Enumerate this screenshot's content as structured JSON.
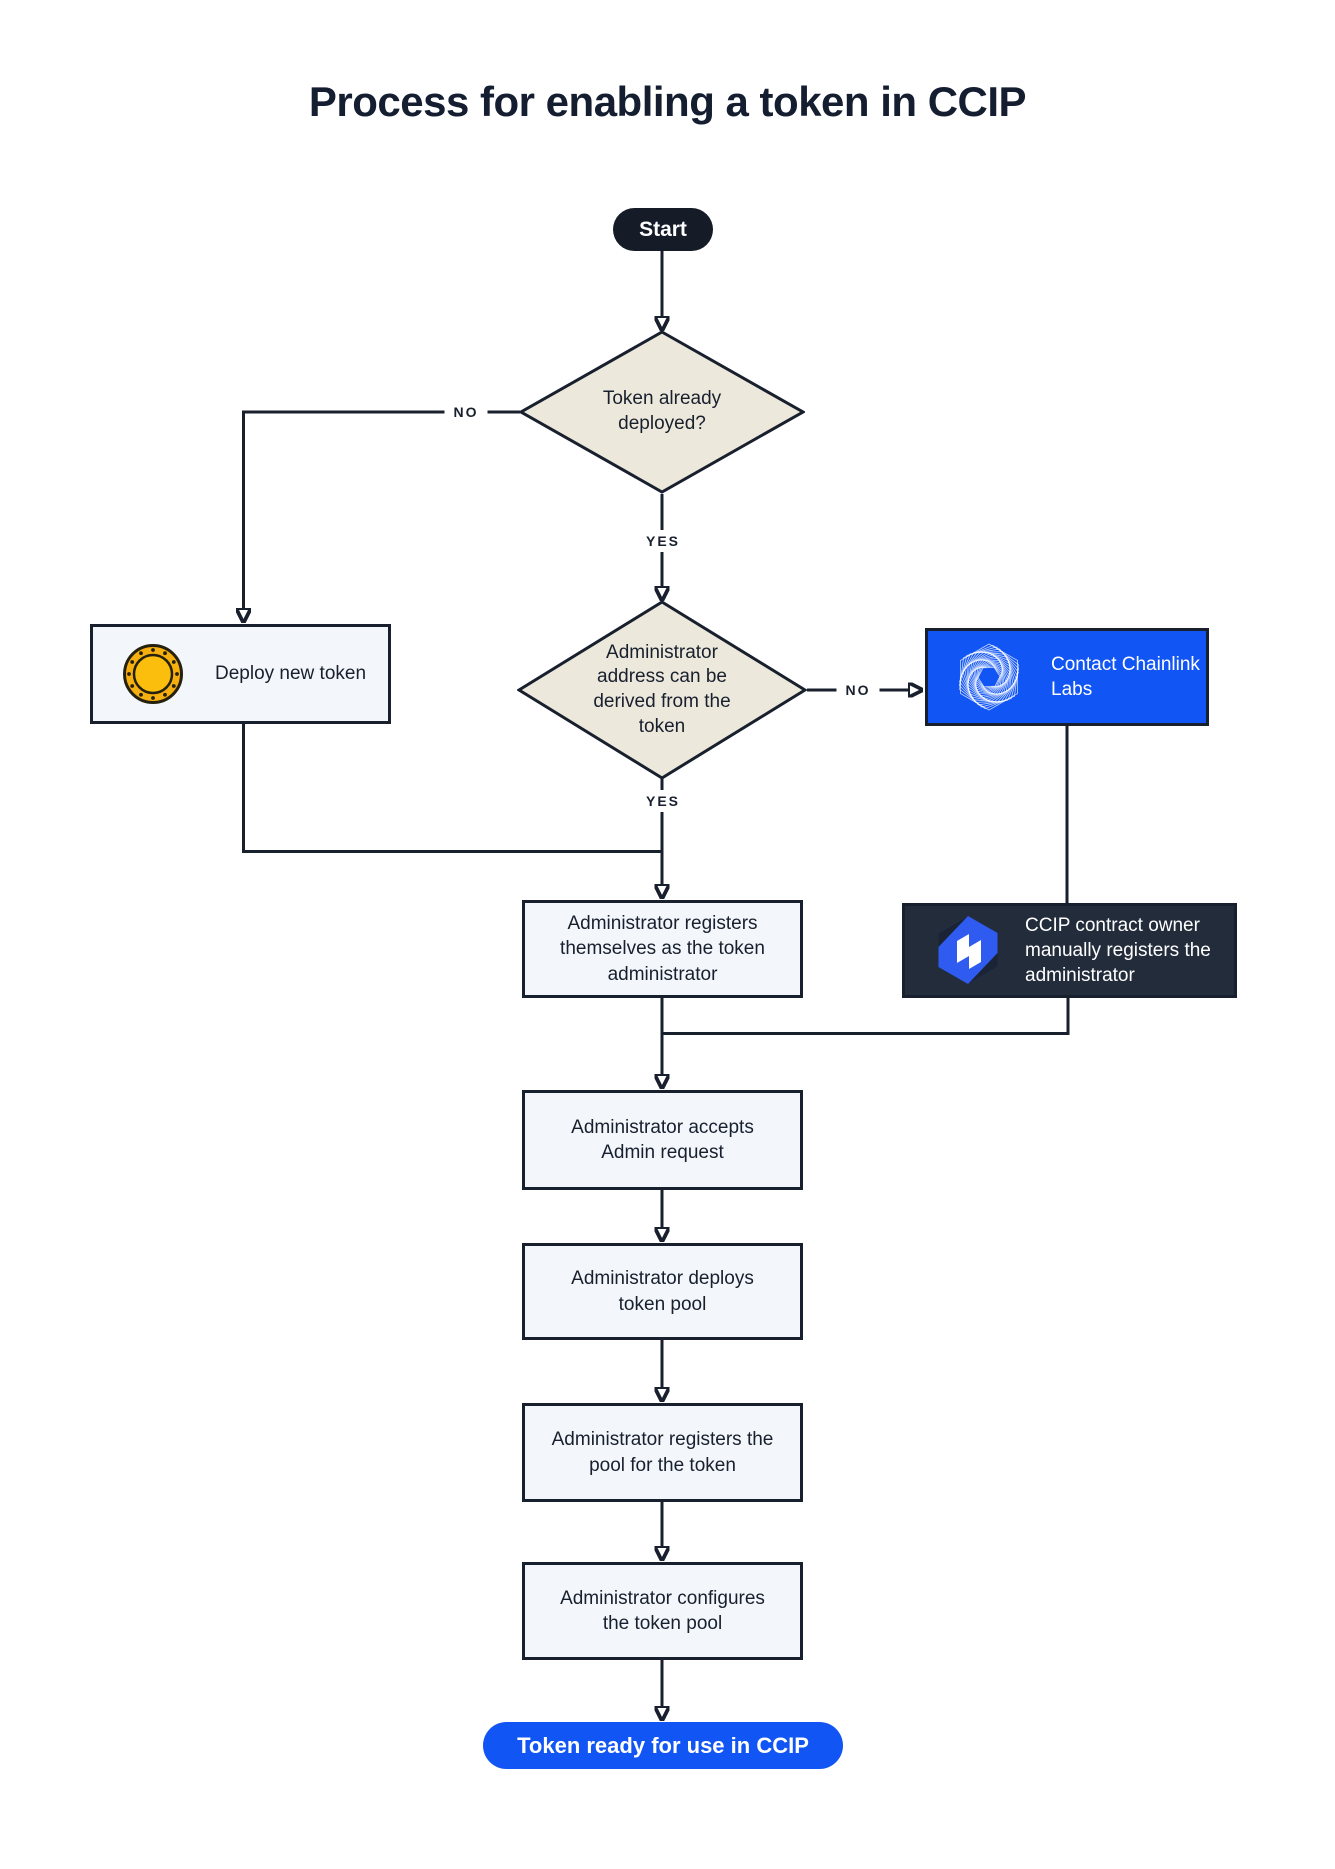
{
  "title": "Process for enabling a token in CCIP",
  "labels": {
    "yes": "YES",
    "no": "NO"
  },
  "nodes": {
    "start": {
      "label": "Start"
    },
    "token_deployed": {
      "label": "Token already deployed?"
    },
    "deploy_token": {
      "label": "Deploy new token",
      "icon": "coin-icon"
    },
    "admin_derivable": {
      "label": "Administrator address can be derived from the token"
    },
    "contact_chainlink": {
      "label": "Contact Chainlink Labs",
      "icon": "chainlink-icon"
    },
    "register_self": {
      "label": "Administrator registers themselves as the token administrator"
    },
    "manual_register": {
      "label": "CCIP contract owner manually registers the administrator",
      "icon": "ccip-icon"
    },
    "accept_request": {
      "label": "Administrator accepts Admin request"
    },
    "deploy_pool": {
      "label": "Administrator deploys token pool"
    },
    "register_pool": {
      "label": "Administrator registers the pool for the token"
    },
    "configure_pool": {
      "label": "Administrator configures the token pool"
    },
    "token_ready": {
      "label": "Token ready for use in CCIP"
    }
  },
  "colors": {
    "ink": "#18202E",
    "diamond_fill": "#EDE8DC",
    "box_fill": "#F3F6FB",
    "brand_blue": "#1155F4",
    "dark_box": "#232C3B",
    "start_pill": "#151C28",
    "coin_gold": "#F5AF0E",
    "coin_gold_light": "#FBBE0C"
  }
}
